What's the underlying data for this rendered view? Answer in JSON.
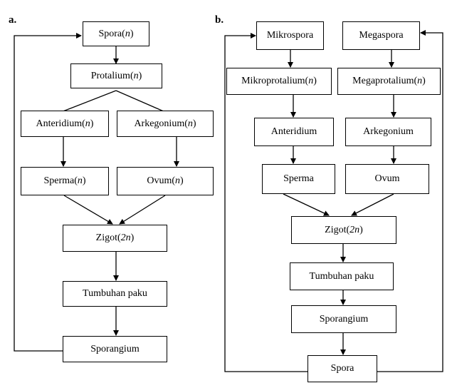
{
  "panels": {
    "a": {
      "label": "a.",
      "nodes": {
        "spora": {
          "text": "Spora ",
          "ploidy": "n"
        },
        "protalium": {
          "text": "Protalium ",
          "ploidy": "n"
        },
        "anteridium": {
          "text": "Anteridium ",
          "ploidy": "n"
        },
        "arkegonium": {
          "text": "Arkegonium ",
          "ploidy": "n"
        },
        "sperma": {
          "text": "Sperma ",
          "ploidy": "n"
        },
        "ovum": {
          "text": "Ovum ",
          "ploidy": "n"
        },
        "zigot": {
          "text": "Zigot ",
          "ploidy": "2n"
        },
        "tumbuhan": {
          "text": "Tumbuhan paku"
        },
        "sporangium": {
          "text": "Sporangium"
        }
      }
    },
    "b": {
      "label": "b.",
      "nodes": {
        "mikrospora": {
          "text": "Mikrospora"
        },
        "megaspora": {
          "text": "Megaspora"
        },
        "mikroprotalium": {
          "text": "Mikroprotalium ",
          "ploidy": "n"
        },
        "megaprotalium": {
          "text": "Megaprotalium ",
          "ploidy": "n"
        },
        "anteridium": {
          "text": "Anteridium"
        },
        "arkegonium": {
          "text": "Arkegonium"
        },
        "sperma": {
          "text": "Sperma"
        },
        "ovum": {
          "text": "Ovum"
        },
        "zigot": {
          "text": "Zigot ",
          "ploidy": "2n"
        },
        "tumbuhan": {
          "text": "Tumbuhan paku"
        },
        "sporangium": {
          "text": "Sporangium"
        },
        "spora": {
          "text": "Spora"
        }
      }
    }
  }
}
